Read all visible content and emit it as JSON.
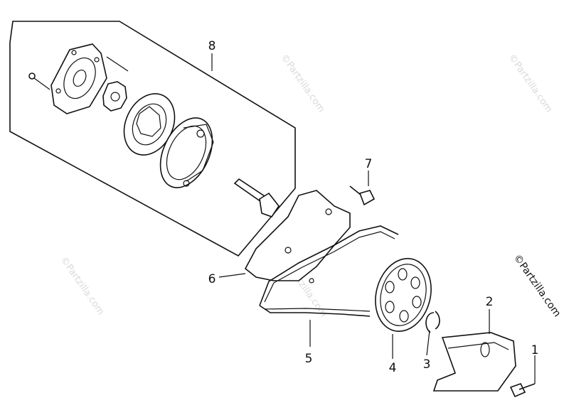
{
  "diagram": {
    "callouts": [
      {
        "id": "1",
        "label": "1"
      },
      {
        "id": "2",
        "label": "2"
      },
      {
        "id": "3",
        "label": "3"
      },
      {
        "id": "4",
        "label": "4"
      },
      {
        "id": "5",
        "label": "5"
      },
      {
        "id": "6",
        "label": "6"
      },
      {
        "id": "7",
        "label": "7"
      },
      {
        "id": "8",
        "label": "8"
      }
    ],
    "watermark_text": "©Partzilla.com",
    "watermark_side_text": "©Partzilla.com"
  }
}
